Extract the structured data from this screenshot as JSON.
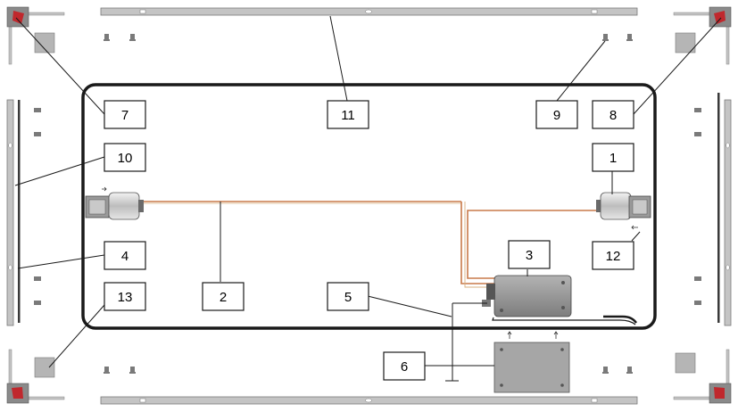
{
  "callouts": [
    {
      "id": "c1",
      "label": "1"
    },
    {
      "id": "c2",
      "label": "2"
    },
    {
      "id": "c3",
      "label": "3"
    },
    {
      "id": "c4",
      "label": "4"
    },
    {
      "id": "c5",
      "label": "5"
    },
    {
      "id": "c6",
      "label": "6"
    },
    {
      "id": "c7",
      "label": "7"
    },
    {
      "id": "c8",
      "label": "8"
    },
    {
      "id": "c9",
      "label": "9"
    },
    {
      "id": "c10",
      "label": "10"
    },
    {
      "id": "c11",
      "label": "11"
    },
    {
      "id": "c12",
      "label": "12"
    },
    {
      "id": "c13",
      "label": "13"
    }
  ],
  "colors": {
    "frame": "#1a1a1a",
    "rail": "#b8b8b8",
    "wire": "#c87a4a",
    "module": "#9a9a9a",
    "corner_red": "#c0282d",
    "pad": "#b5b5b5"
  }
}
